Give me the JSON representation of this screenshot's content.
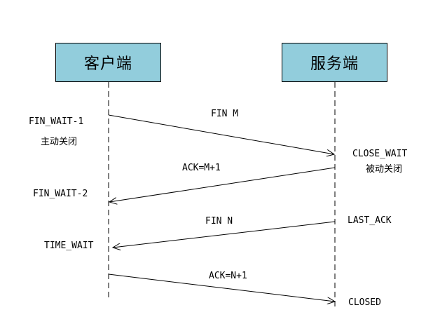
{
  "actors": {
    "client": "客户端",
    "server": "服务端"
  },
  "messages": [
    {
      "label": "FIN M"
    },
    {
      "label": "ACK=M+1"
    },
    {
      "label": "FIN N"
    },
    {
      "label": "ACK=N+1"
    }
  ],
  "client_states": {
    "fin_wait_1": "FIN_WAIT-1",
    "active_close": "主动关闭",
    "fin_wait_2": "FIN_WAIT-2",
    "time_wait": "TIME_WAIT"
  },
  "server_states": {
    "close_wait": "CLOSE_WAIT",
    "passive_close": "被动关闭",
    "last_ack": "LAST_ACK",
    "closed": "CLOSED"
  },
  "colors": {
    "actor_fill": "#92cddc",
    "line": "#000000"
  }
}
